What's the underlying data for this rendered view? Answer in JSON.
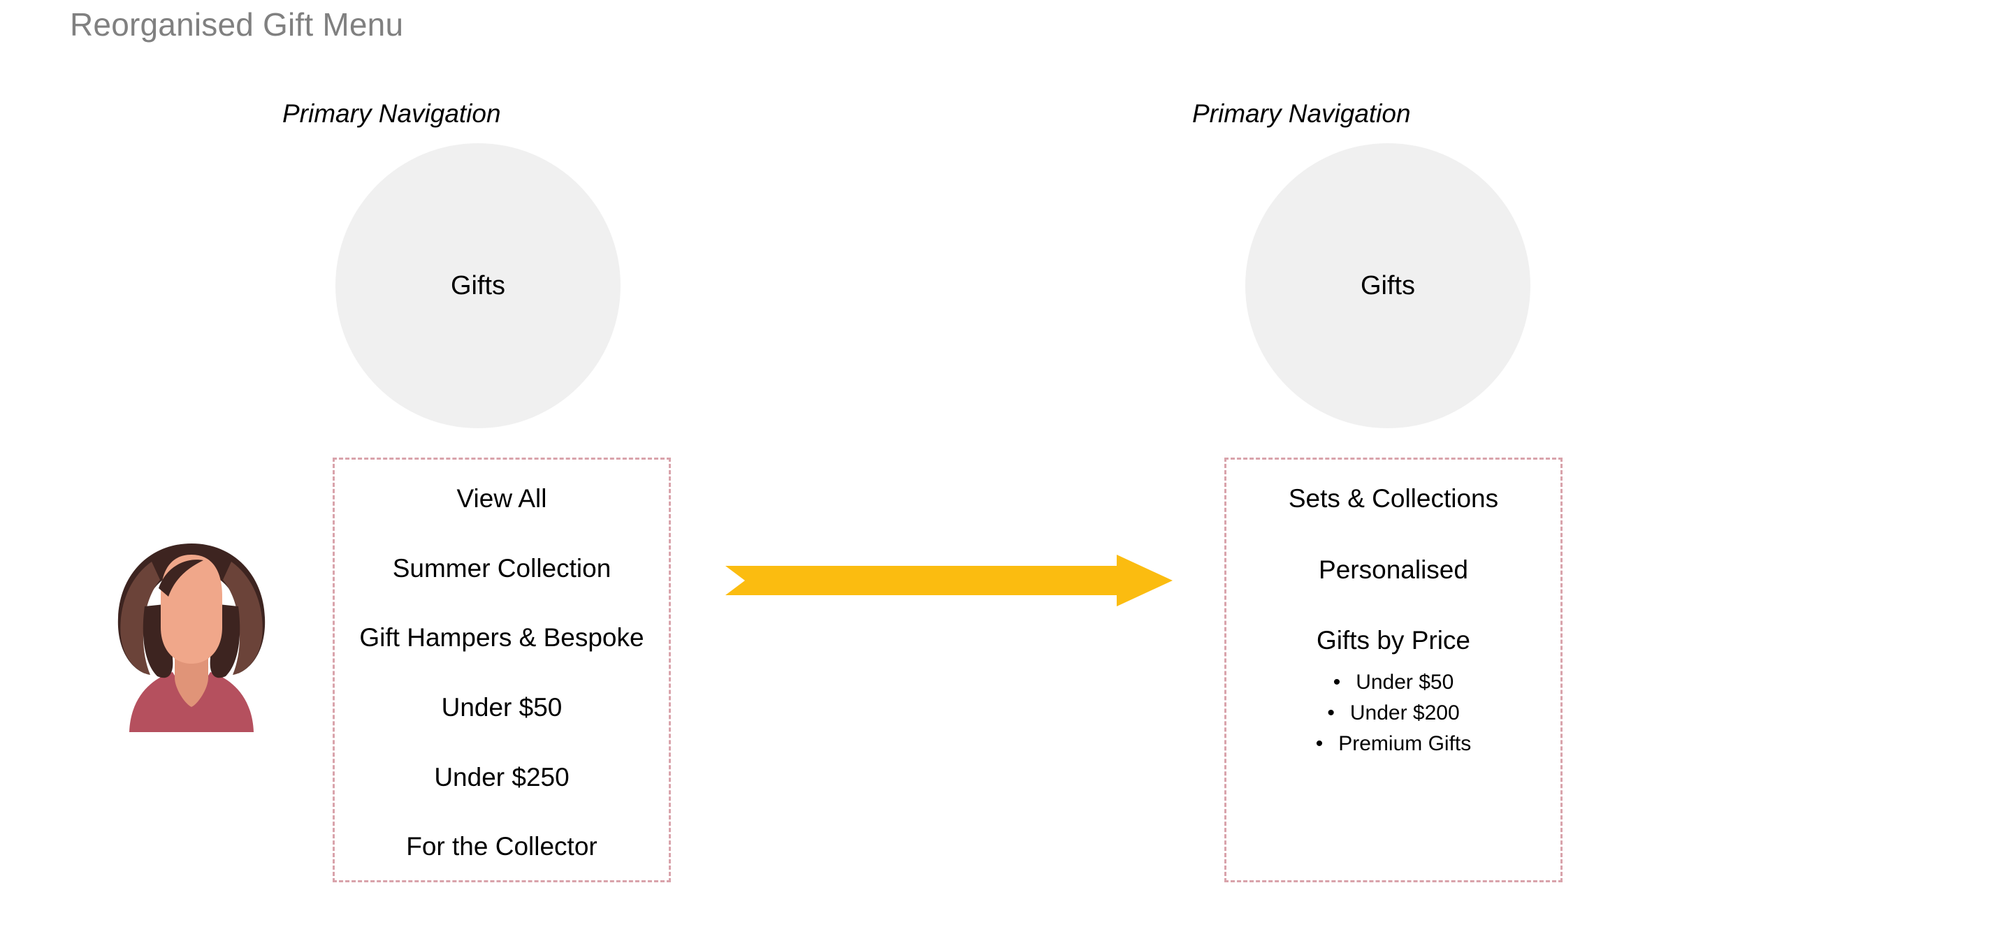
{
  "slide": {
    "title": "Reorganised Gift Menu",
    "background_color": "#FFFFFF",
    "title_color": "#808080"
  },
  "colors": {
    "circle_fill": "#F0F0F0",
    "panel_border_dashed": "#D9A3AB",
    "arrow_fill": "#FBBC10",
    "text": "#000000",
    "avatar_hair_dark": "#3D2420",
    "avatar_hair_light": "#6B4339",
    "avatar_skin": "#F0A78A",
    "avatar_shirt": "#B5505E"
  },
  "before": {
    "nav_label": "Primary Navigation",
    "circle_label": "Gifts",
    "menu_items": [
      "View All",
      "Summer Collection",
      "Gift Hampers & Bespoke",
      "Under $50",
      "Under $250",
      "For the Collector"
    ]
  },
  "after": {
    "nav_label": "Primary Navigation",
    "circle_label": "Gifts",
    "menu_groups": [
      {
        "label": "Sets & Collections",
        "children": []
      },
      {
        "label": "Personalised",
        "children": []
      },
      {
        "label": "Gifts by Price",
        "children": [
          "Under $50",
          "Under $200",
          "Premium Gifts"
        ]
      }
    ]
  },
  "arrow": {
    "icon": "right-arrow-icon",
    "direction": "right"
  },
  "avatar": {
    "icon": "user-avatar-icon",
    "description": "woman with dark wavy hair in rose top"
  },
  "bullet_glyph": "•"
}
